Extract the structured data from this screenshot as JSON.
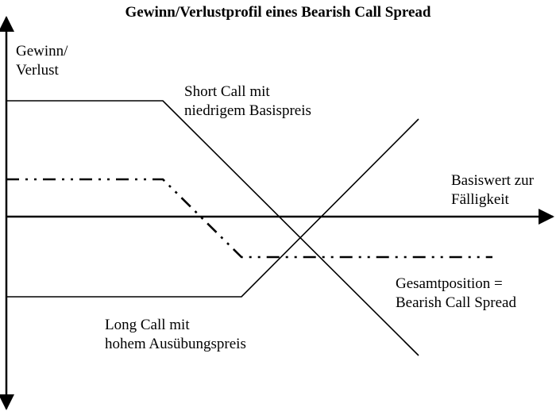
{
  "title": "Gewinn/Verlustprofil eines Bearish Call Spread",
  "y_axis_label": [
    "Gewinn/",
    "Verlust"
  ],
  "x_axis_label": [
    "Basiswert zur",
    "Fälligkeit"
  ],
  "lines": {
    "short_call": [
      "Short Call mit",
      "niedrigem Basispreis"
    ],
    "long_call": [
      "Long Call mit",
      "hohem Ausübungspreis"
    ],
    "combined": [
      "Gesamtposition =",
      "Bearish Call Spread"
    ]
  },
  "colors": {
    "ink": "#000000",
    "background": "#ffffff"
  }
}
